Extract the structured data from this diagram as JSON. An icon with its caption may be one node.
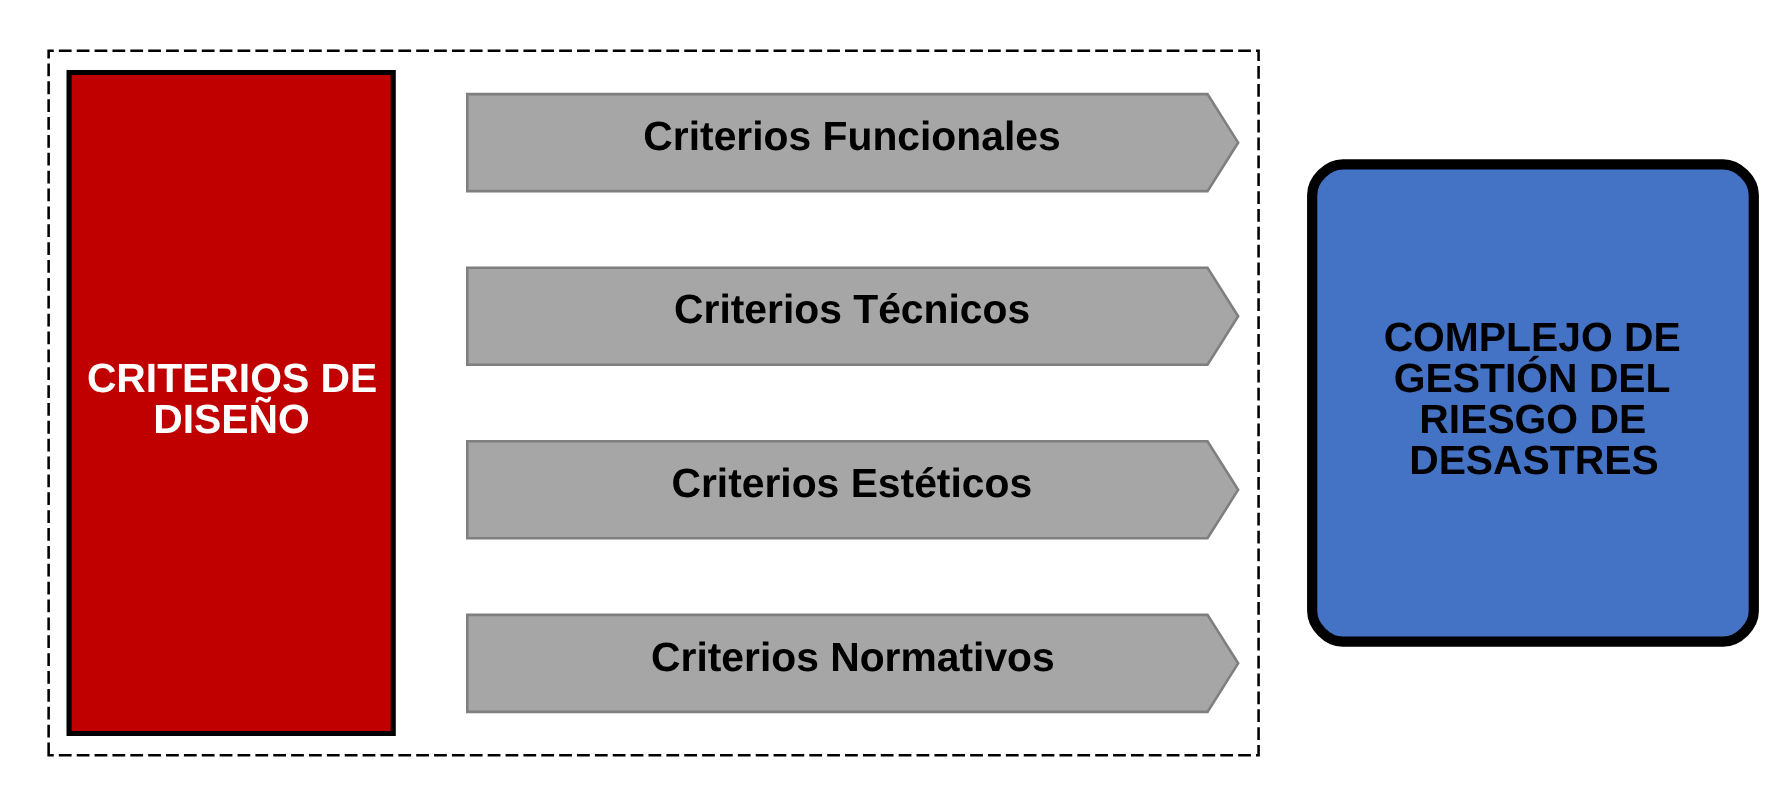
{
  "diagram": {
    "nodes": [
      {
        "text": [],
        "shape": "box"
      },
      {
        "text": [
          "CRITERIOS DE DISEÑO"
        ],
        "in": 0
      },
      {
        "text": [
          "Criterios Funcionales"
        ],
        "in": 0
      },
      {
        "text": [
          "Criterios Técnicos"
        ],
        "in": 0
      },
      {
        "text": [
          "Criterios Estéticos"
        ],
        "in": 0
      },
      {
        "text": [
          "Criterios Normativos"
        ],
        "in": 0
      },
      {
        "text": [
          "COMPLEJO DE GESTIÓN DEL RIESGO DE DESASTRES"
        ]
      }
    ]
  }
}
